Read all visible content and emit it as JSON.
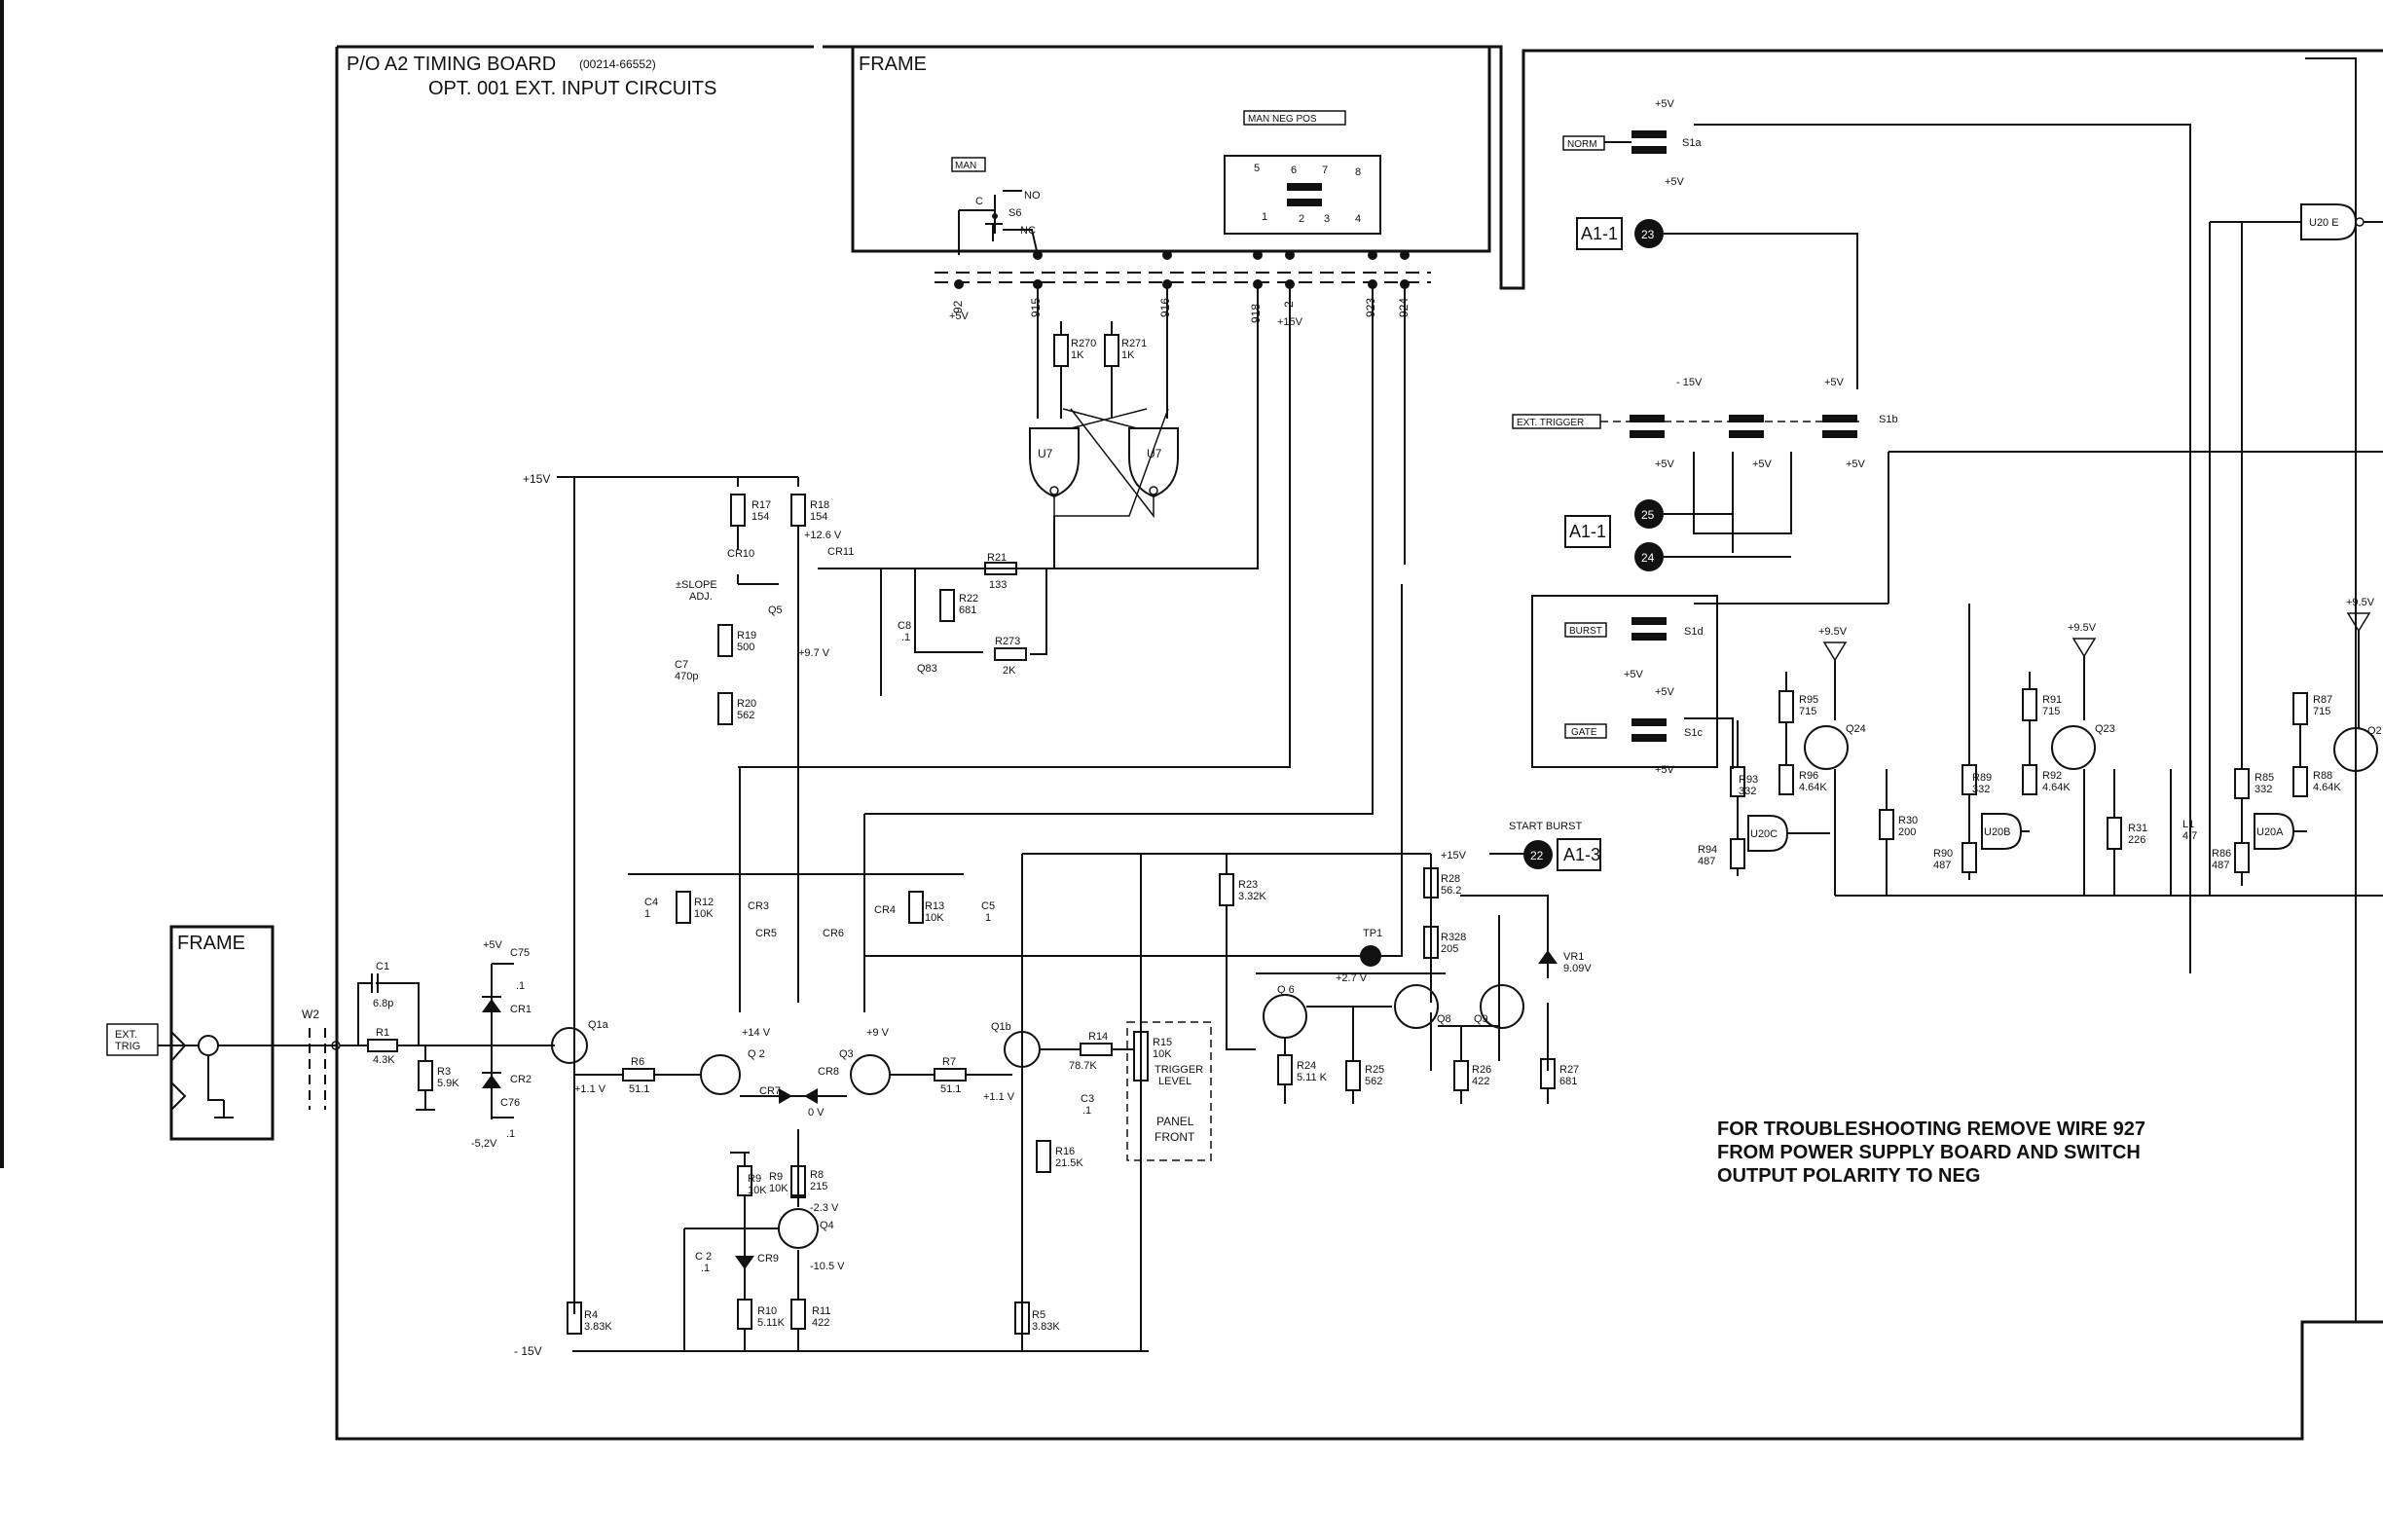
{
  "board": {
    "title_line1": "P/O A2  TIMING BOARD",
    "part_number": "(00214-66552)",
    "title_line2": "OPT. 001 EXT. INPUT CIRCUITS"
  },
  "frames": {
    "top": "FRAME",
    "left": "FRAME"
  },
  "switch_labels": {
    "man": "MAN",
    "s6": "S6",
    "no": "NO",
    "nc": "NC",
    "c": "C",
    "man_neg_pos": "MAN  NEG  POS",
    "norm": "NORM",
    "ext_trigger": "EXT. TRIGGER",
    "burst": "BURST",
    "gate": "GATE",
    "s1a": "S1a",
    "s1b": "S1b",
    "s1c": "S1c",
    "s1d": "S1d"
  },
  "pin_labels": [
    "92",
    "915",
    "916",
    "918",
    "2",
    "923",
    "924"
  ],
  "voltages": {
    "p5v": "+5V",
    "p15v": "+15V",
    "m15v": "-15V",
    "m15v_bottom": "- 15V",
    "p9_5v": "+9.5V",
    "p5v_s": "+5V",
    "m5_2v": "-5,2V",
    "p12_6v": "+12.6 V",
    "p9_7v": "+9.7 V",
    "p14v": "+14 V",
    "p9v": "+9 V",
    "p1_1v": "+1.1 V",
    "ov": "0 V",
    "m2_3v": "-2.3 V",
    "m10_5v": "-10.5 V",
    "p2_7v": "+2.7 V",
    "p15v_r": "+15V"
  },
  "connectors": {
    "a1_1_top": "A1-1",
    "a1_1_mid": "A1-1",
    "a1_3": "A1-3",
    "n23": "23",
    "n25": "25",
    "n24": "24",
    "n22": "22",
    "start_burst": "START BURST"
  },
  "ext_trig": {
    "line1": "EXT.",
    "line2": "TRIG",
    "w2": "W2",
    "tp1": "TP1"
  },
  "components": {
    "r270": "R270",
    "r270v": "1K",
    "r271": "R271",
    "r271v": "1K",
    "u7a": "U7",
    "u7b": "U7",
    "r17": "R17",
    "r17v": "154",
    "r18": "R18",
    "r18v": "154",
    "cr10": "CR10",
    "cr11": "CR11",
    "r21": "R21",
    "r21v": "133",
    "slope": "±SLOPE",
    "adj": "ADJ.",
    "r19": "R19",
    "r19v": "500",
    "c7": "C7",
    "c7v": "470p",
    "r20": "R20",
    "r20v": "562",
    "q5": "Q5",
    "c8": "C8",
    "c8v": ".1",
    "r22": "R22",
    "r22v": "681",
    "q83": "Q83",
    "r273": "R273",
    "r273v": "2K",
    "c4": "C4",
    "c4v": "1",
    "r12": "R12",
    "r12v": "10K",
    "cr3": "CR3",
    "cr5": "CR5",
    "cr6": "CR6",
    "cr4": "CR4",
    "r13": "R13",
    "r13v": "10K",
    "c5": "C5",
    "c5v": "1",
    "c1": "C1",
    "c1v": "6.8p",
    "r1": "R1",
    "r1v": "4.3K",
    "c75": "C75",
    "c75v": ".1",
    "cr1": "CR1",
    "cr2": "CR2",
    "c76": "C76",
    "c76v": ".1",
    "r3": "R3",
    "r3v": "5.9K",
    "q1a": "Q1a",
    "r6": "R6",
    "r6v": "51.1",
    "q2": "Q 2",
    "cr7": "CR7",
    "cr8": "CR8",
    "q3": "Q3",
    "r7": "R7",
    "r7v": "51.1",
    "q1b": "Q1b",
    "r14": "R14",
    "r14v": "78.7K",
    "r15": "R15",
    "r15v": "10K",
    "trigger": "TRIGGER",
    "level": "LEVEL",
    "panel": "PANEL",
    "front": "FRONT",
    "c3": "C3",
    "c3v": ".1",
    "r16": "R16",
    "r16v": "21.5K",
    "r9": "R9",
    "r9v": "10K",
    "r8": "R8",
    "r8v": "215",
    "q4": "Q4",
    "c2": "C 2",
    "c2v": ".1",
    "cr9": "CR9",
    "r10": "R10",
    "r10v": "5.11K",
    "r11": "R11",
    "r11v": "422",
    "r4": "R4",
    "r4v": "3.83K",
    "r5": "R5",
    "r5v": "3.83K",
    "r23": "R23",
    "r23v": "3.32K",
    "q6": "Q 6",
    "r24": "R24",
    "r24v": "5.11 K",
    "r25": "R25",
    "r25v": "562",
    "r28": "R28",
    "r28v": "56.2",
    "r328": "R328",
    "r328v": "205",
    "q8": "Q8",
    "q9": "Q9",
    "vr1": "VR1",
    "vr1v": "9.09V",
    "r26": "R26",
    "r26v": "422",
    "r27": "R27",
    "r27v": "681",
    "r93": "R93",
    "r93v": "332",
    "r94": "R94",
    "r94v": "487",
    "u20c": "U20C",
    "r95": "R95",
    "r95v": "715",
    "r96": "R96",
    "r96v": "4.64K",
    "q24": "Q24",
    "r30": "R30",
    "r30v": "200",
    "r89": "R89",
    "r89v": "332",
    "r90": "R90",
    "r90v": "487",
    "u20b": "U20B",
    "r91": "R91",
    "r91v": "715",
    "r92": "R92",
    "r92v": "4.64K",
    "q23": "Q23",
    "r31": "R31",
    "r31v": "226",
    "l1": "L1",
    "l1v": "4.7",
    "r85": "R85",
    "r85v": "332",
    "r86": "R86",
    "r86v": "487",
    "u20a": "U20A",
    "r87": "R87",
    "r87v": "715",
    "r88": "R88",
    "r88v": "4.64K",
    "q2x": "Q2",
    "u20e": "U20 E",
    "p9_5": "+9.5V"
  },
  "note": {
    "line1": "FOR TROUBLESHOOTING REMOVE WIRE 927",
    "line2": "FROM POWER SUPPLY BOARD AND SWITCH",
    "line3": "OUTPUT POLARITY TO NEG"
  }
}
